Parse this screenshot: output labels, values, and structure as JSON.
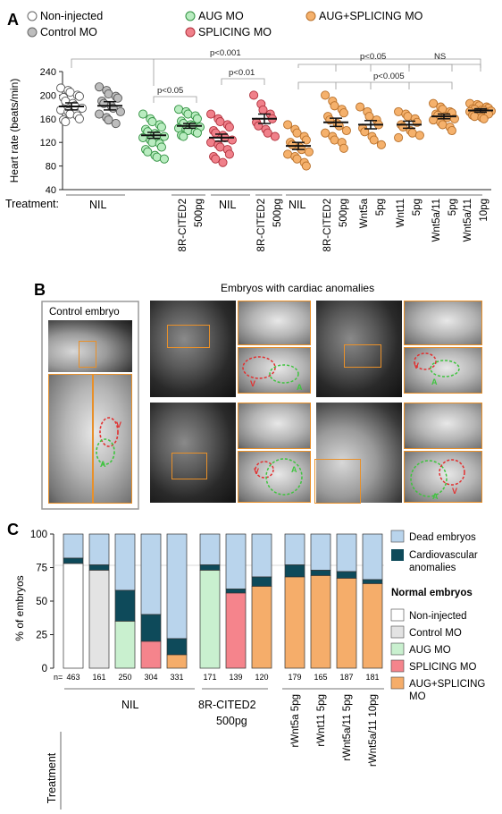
{
  "panel_a": {
    "letter": "A",
    "legend": [
      {
        "label": "Non-injected",
        "fill": "#ffffff"
      },
      {
        "label": "Control MO",
        "fill": "#bdbdbd"
      },
      {
        "label": "AUG MO",
        "fill": "#b9ecc0"
      },
      {
        "label": "SPLICING MO",
        "fill": "#f0808a"
      },
      {
        "label": "AUG+SPLICING MO",
        "fill": "#f5b16c"
      }
    ],
    "treatment_label": "Treatment:",
    "significance": [
      "p<0.001",
      "p<0.05",
      "p<0.01",
      "p<0.05",
      "p<0.005",
      "NS"
    ]
  },
  "chart_data": [
    {
      "type": "scatter",
      "ylabel": "Heart rate (beats/min)",
      "ylim": [
        40,
        240
      ],
      "yticks": [
        40,
        80,
        120,
        160,
        200,
        240
      ],
      "groups": [
        {
          "color": "#ffffff",
          "mean": 181,
          "sem": 6,
          "values": [
            212,
            208,
            205,
            200,
            198,
            196,
            190,
            186,
            182,
            178,
            175,
            172,
            168,
            165,
            160,
            158,
            155
          ]
        },
        {
          "color": "#bdbdbd",
          "mean": 182,
          "sem": 7,
          "values": [
            214,
            208,
            202,
            198,
            195,
            190,
            186,
            182,
            178,
            172,
            168,
            162,
            158,
            152
          ]
        },
        {
          "color": "#b9ecc0",
          "mean": 132,
          "sem": 5,
          "values": [
            168,
            160,
            155,
            150,
            146,
            142,
            138,
            135,
            132,
            130,
            128,
            124,
            120,
            118,
            112,
            108,
            104,
            98,
            95,
            92
          ]
        },
        {
          "color": "#b9ecc0",
          "mean": 148,
          "sem": 4,
          "values": [
            176,
            172,
            168,
            165,
            160,
            156,
            152,
            150,
            148,
            146,
            144,
            142,
            140,
            138,
            136,
            132,
            130
          ]
        },
        {
          "color": "#f0808a",
          "mean": 128,
          "sem": 6,
          "values": [
            168,
            160,
            155,
            150,
            146,
            140,
            136,
            132,
            128,
            124,
            120,
            116,
            112,
            108,
            100,
            96,
            92,
            86
          ]
        },
        {
          "color": "#f0808a",
          "mean": 160,
          "sem": 8,
          "values": [
            200,
            185,
            175,
            168,
            160,
            154,
            148,
            142,
            136,
            130
          ]
        },
        {
          "color": "#f5b16c",
          "mean": 114,
          "sem": 6,
          "values": [
            150,
            142,
            136,
            130,
            124,
            120,
            116,
            112,
            108,
            104,
            100,
            96,
            92,
            86,
            80
          ]
        },
        {
          "color": "#f5b16c",
          "mean": 154,
          "sem": 7,
          "values": [
            200,
            190,
            182,
            176,
            170,
            164,
            158,
            152,
            148,
            140,
            136,
            130,
            124,
            120,
            110
          ]
        },
        {
          "color": "#f5b16c",
          "mean": 150,
          "sem": 7,
          "values": [
            180,
            172,
            164,
            158,
            150,
            144,
            138,
            130,
            124,
            116
          ]
        },
        {
          "color": "#f5b16c",
          "mean": 150,
          "sem": 6,
          "values": [
            172,
            168,
            164,
            160,
            154,
            150,
            146,
            140,
            136,
            132,
            128
          ]
        },
        {
          "color": "#f5b16c",
          "mean": 164,
          "sem": 4,
          "values": [
            186,
            180,
            176,
            172,
            170,
            168,
            166,
            164,
            162,
            160,
            158,
            154,
            150,
            146,
            140
          ]
        },
        {
          "color": "#f5b16c",
          "mean": 174,
          "sem": 3,
          "values": [
            186,
            184,
            182,
            180,
            178,
            177,
            176,
            175,
            174,
            173,
            172,
            171,
            170,
            169,
            168,
            166,
            164,
            162,
            160
          ]
        }
      ],
      "xlabels": [
        "NIL",
        "8R-CITED2",
        "500pg",
        "NIL",
        "8R-CITED2",
        "500pg",
        "NIL",
        "8R-CITED2",
        "500pg",
        "Wnt5a",
        "5pg",
        "Wnt11",
        "5pg",
        "Wnt5a/11",
        "5pg",
        "Wnt5a/11",
        "10pg"
      ]
    },
    {
      "type": "bar",
      "ylabel": "% of embryos",
      "ylim": [
        0,
        100
      ],
      "yticks": [
        "0",
        "25",
        "50",
        "75",
        "100"
      ],
      "n_prefix": "n=",
      "categories": [
        "463",
        "161",
        "250",
        "304",
        "331",
        "171",
        "139",
        "120",
        "179",
        "165",
        "187",
        "181"
      ],
      "normal_colors": [
        "#ffffff",
        "#e3e3e3",
        "#c9f0cf",
        "#f5848c",
        "#f5ad6a",
        "#c9f0cf",
        "#f5848c",
        "#f5ad6a",
        "#f5ad6a",
        "#f5ad6a",
        "#f5ad6a",
        "#f5ad6a"
      ],
      "series": [
        {
          "name": "Normal embryos",
          "values": [
            78,
            73,
            35,
            20,
            10,
            73,
            56,
            61,
            68,
            69,
            67,
            63
          ]
        },
        {
          "name": "Cardiovascular anomalies",
          "values": [
            4,
            4,
            23,
            20,
            12,
            4,
            3,
            7,
            9,
            4,
            5,
            3
          ]
        },
        {
          "name": "Dead embryos",
          "values": [
            18,
            23,
            42,
            60,
            78,
            23,
            41,
            32,
            23,
            27,
            28,
            34
          ]
        }
      ],
      "treatment_groups": [
        "NIL",
        "8R-CITED2",
        "500pg"
      ],
      "rotated_labels": [
        "rWnt5a 5pg",
        "rWnt11 5pg",
        "rWnt5a/11 5pg",
        "rWnt5a/11 10pg"
      ],
      "treatment_label": "Treatment"
    }
  ],
  "legend_c": {
    "dead": "Dead embryos",
    "cardio_line1": "Cardiovascular",
    "cardio_line2": "anomalies",
    "normal_header": "Normal embryos",
    "items": [
      "Non-injected",
      "Control MO",
      "AUG MO",
      "SPLICING MO",
      "AUG+SPLICING",
      "MO"
    ]
  },
  "panel_b": {
    "letter": "B",
    "control_title": "Control embryo",
    "anomalies_title": "Embryos with cardiac anomalies",
    "v": "V",
    "a": "A"
  },
  "panel_c": {
    "letter": "C"
  },
  "colors": {
    "orange": "#e8902a",
    "dead": "#b9d4ec",
    "cardio": "#0e4a5a",
    "red": "#e23030",
    "green": "#3ec43e"
  }
}
